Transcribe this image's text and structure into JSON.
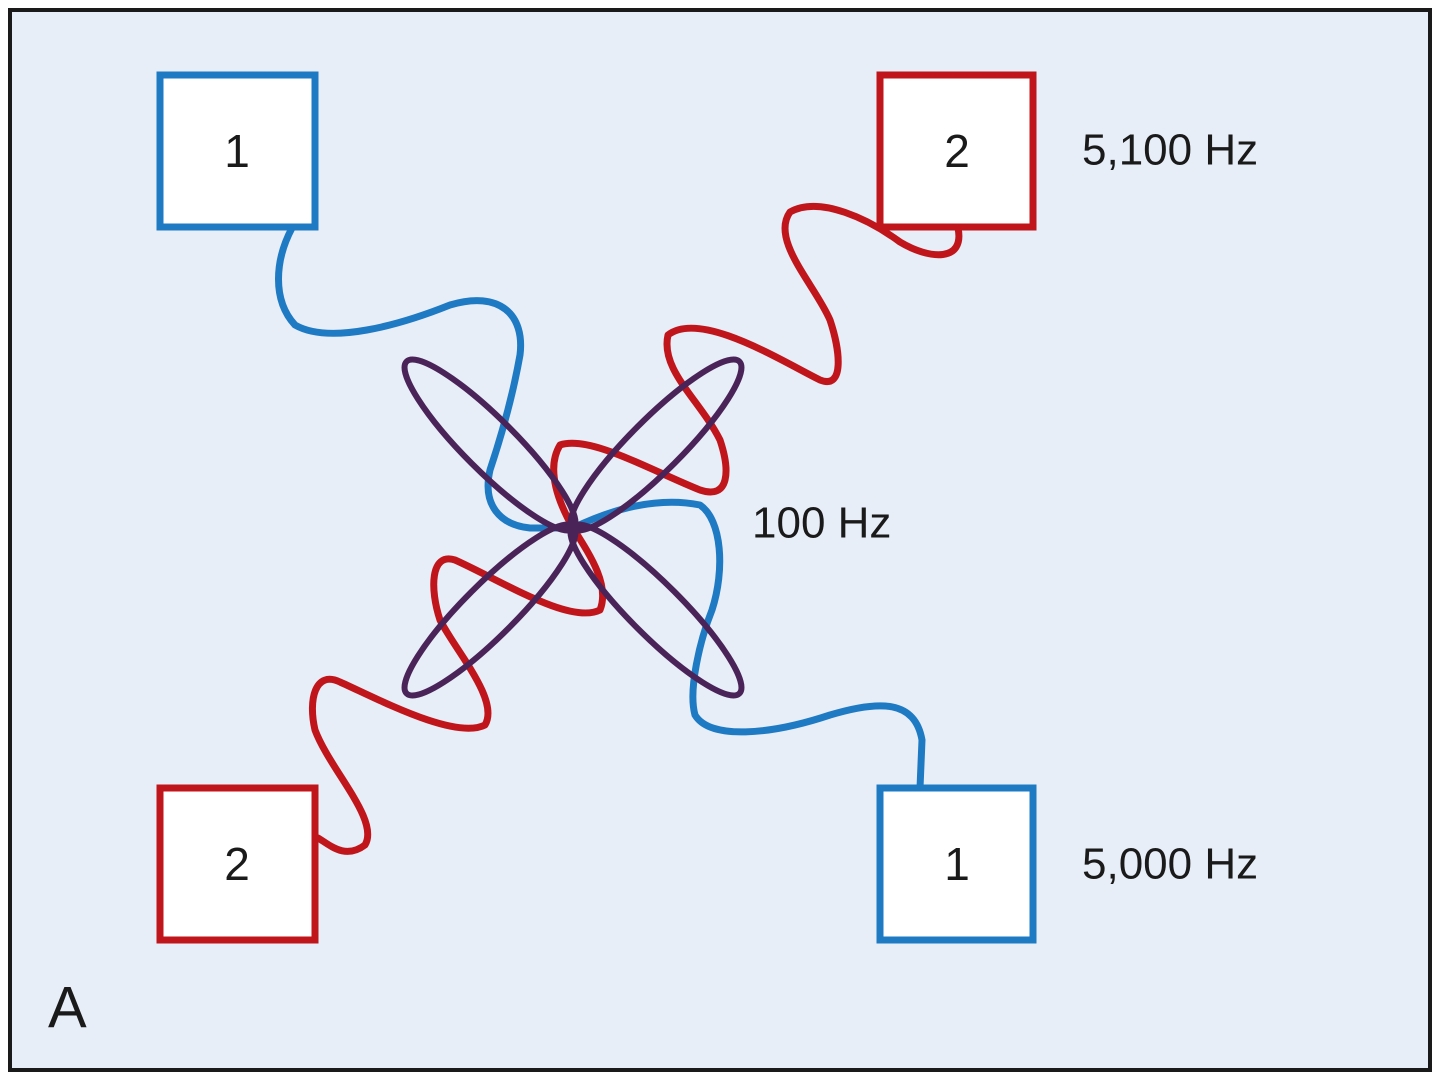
{
  "panel_letter": "A",
  "colors": {
    "background": "#e7eef8",
    "frame": "#1a1a1a",
    "circuit_1": "#1f7ac4",
    "circuit_2": "#c0161b",
    "interference": "#4a2458",
    "electrode_fill": "#ffffff"
  },
  "electrodes": {
    "top_left": {
      "label": "1",
      "circuit": 1
    },
    "top_right": {
      "label": "2",
      "circuit": 2
    },
    "bottom_left": {
      "label": "2",
      "circuit": 2
    },
    "bottom_right": {
      "label": "1",
      "circuit": 1
    }
  },
  "frequencies": {
    "circuit_2": "5,100 Hz",
    "beat": "100 Hz",
    "circuit_1": "5,000 Hz"
  }
}
